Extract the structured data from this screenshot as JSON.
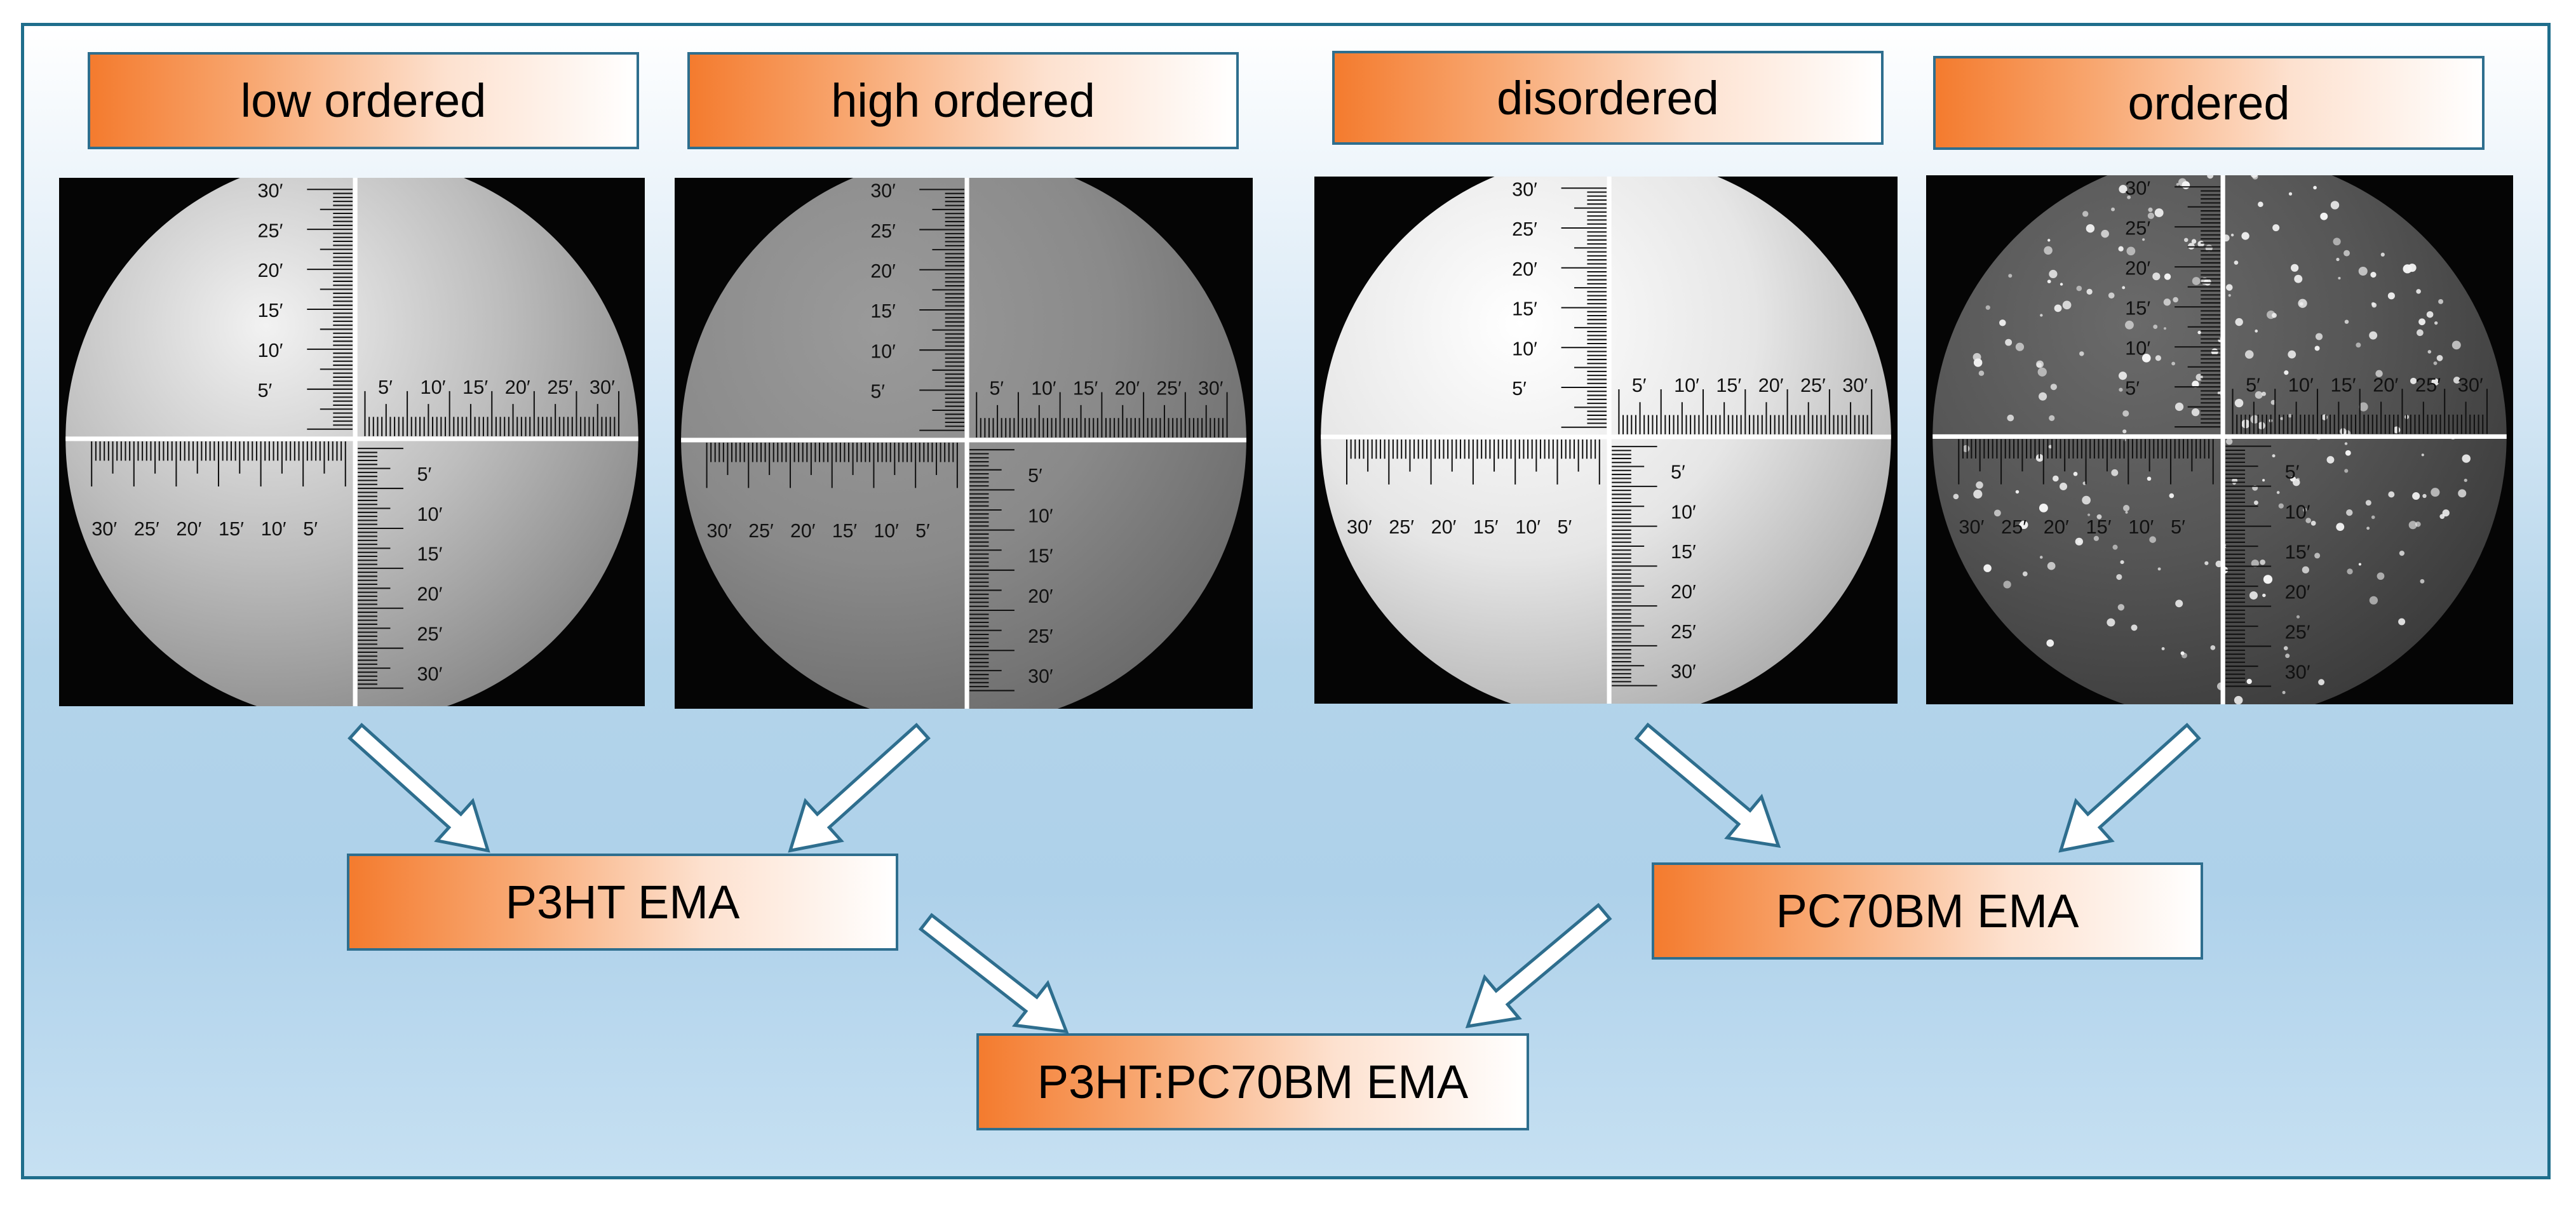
{
  "top_labels": [
    "low ordered",
    "high ordered",
    "disordered",
    "ordered"
  ],
  "mid_labels": {
    "p3ht": "P3HT EMA",
    "pc70bm": "PC70BM EMA"
  },
  "bottom_label": "P3HT:PC70BM EMA",
  "scale": {
    "horizontal_ticks": [
      "5′",
      "10′",
      "15′",
      "20′",
      "25′",
      "30′"
    ],
    "horizontal_ticks_left": [
      "30′",
      "25′",
      "20′",
      "15′",
      "10′",
      "5′"
    ],
    "vertical_ticks_up": [
      "30′",
      "25′",
      "20′",
      "15′",
      "10′",
      "5′"
    ],
    "vertical_ticks_down": [
      "5′",
      "10′",
      "15′",
      "20′",
      "25′",
      "30′"
    ]
  },
  "colors": {
    "frame_border": "#1f6e8c",
    "box_orange": "#f47b2e",
    "box_border": "#2e6e8e"
  }
}
